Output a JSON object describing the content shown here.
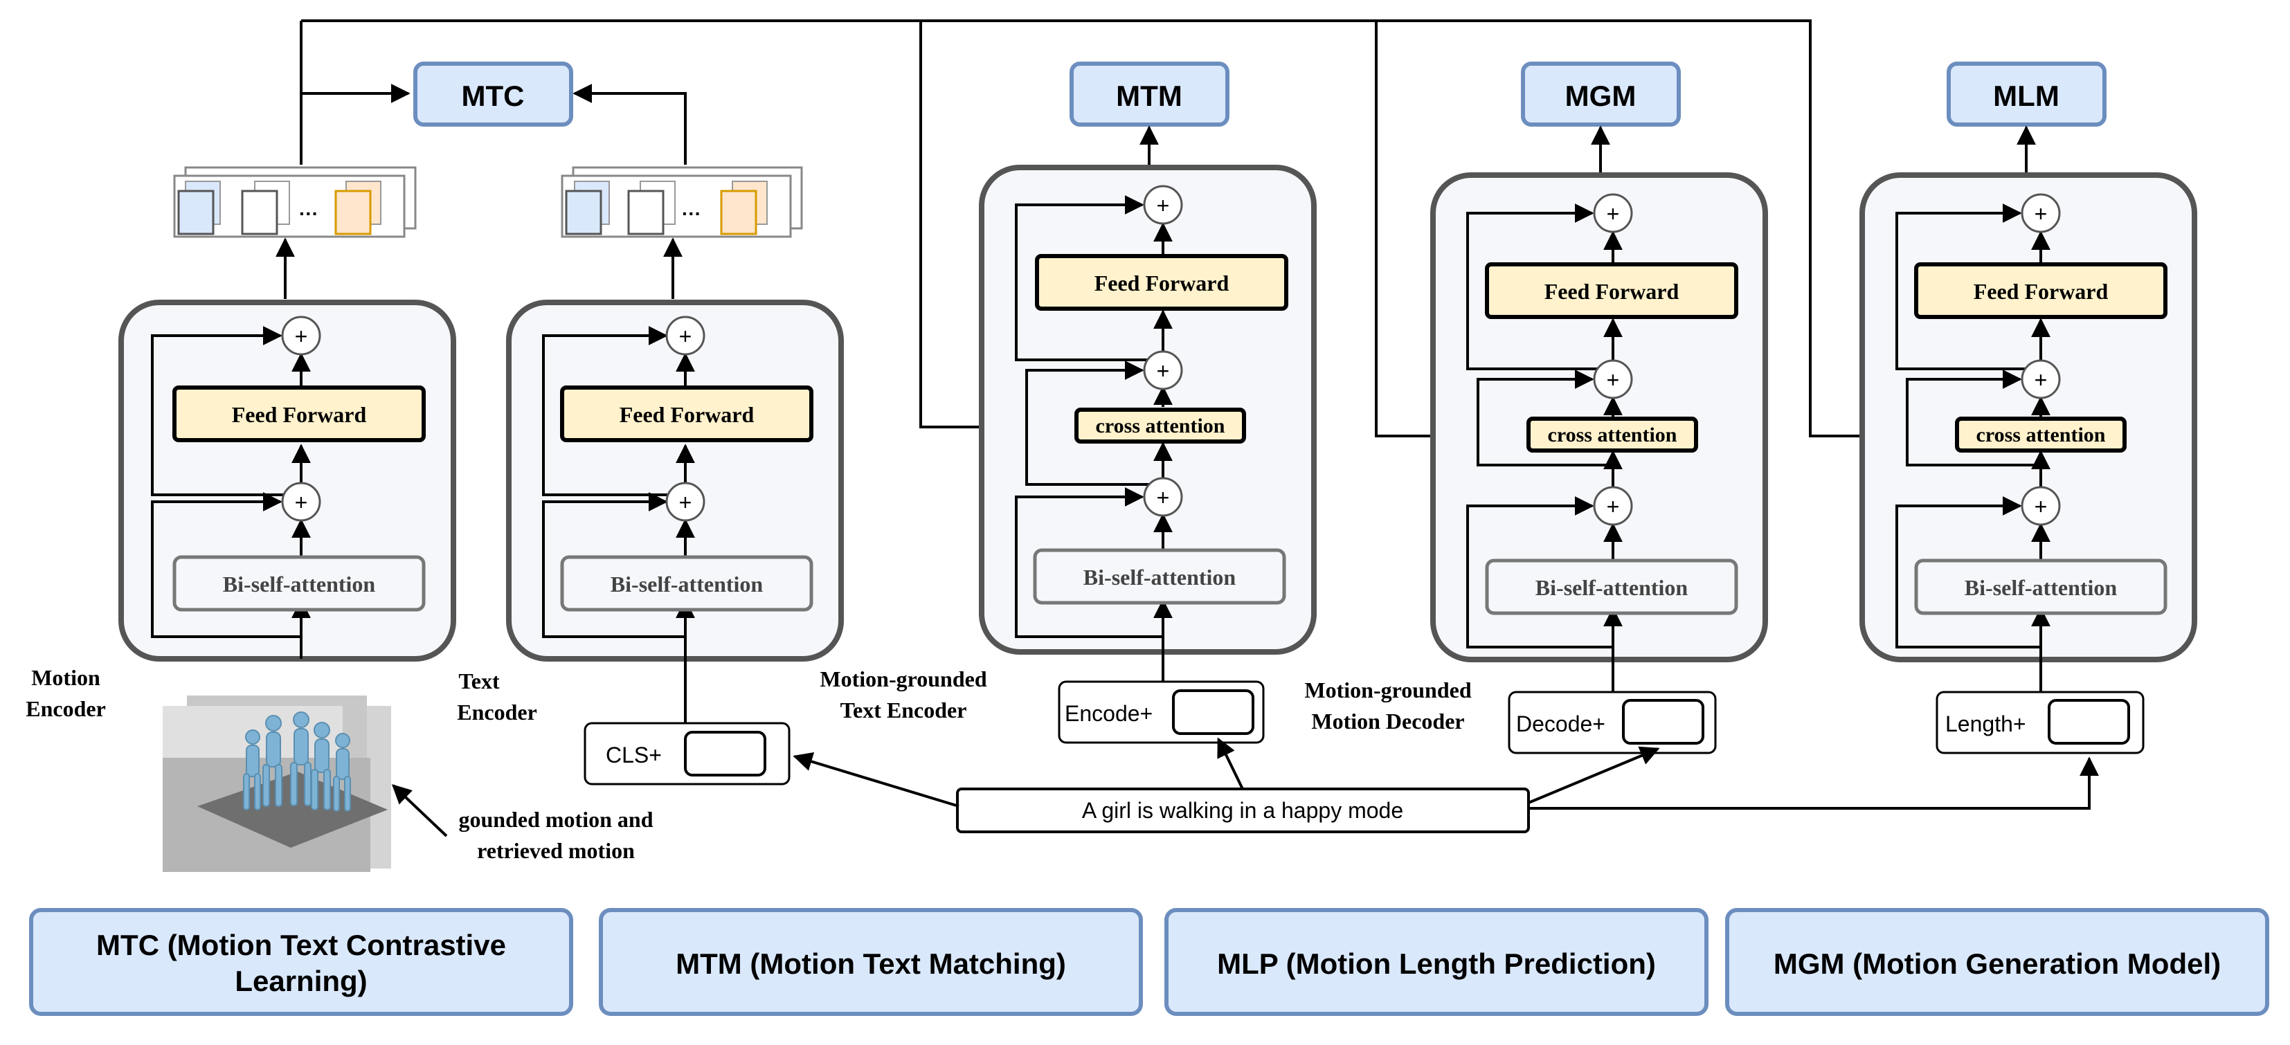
{
  "heads": {
    "mtc": "MTC",
    "mtm": "MTM",
    "mgm": "MGM",
    "mlm": "MLM"
  },
  "blocks": {
    "feed_forward": "Feed Forward",
    "cross_attention": "cross attention",
    "bi_self_attention": "Bi-self-attention",
    "plus": "+"
  },
  "labels": {
    "motion_encoder_1": "Motion",
    "motion_encoder_2": "Encoder",
    "text_encoder_1": "Text",
    "text_encoder_2": "Encoder",
    "mg_text_encoder_1": "Motion-grounded",
    "mg_text_encoder_2": "Text Encoder",
    "mg_motion_decoder_1": "Motion-grounded",
    "mg_motion_decoder_2": "Motion Decoder",
    "grounded_motion_1": "gounded motion and",
    "grounded_motion_2": "retrieved motion"
  },
  "inputs": {
    "cls": "CLS+",
    "encode": "Encode+",
    "decode": "Decode+",
    "length": "Length+",
    "sentence": "A girl is walking in a happy mode"
  },
  "legend": [
    {
      "line1": "MTC (Motion Text Contrastive",
      "line2": "Learning)"
    },
    {
      "line1": "MTM (Motion Text Matching)",
      "line2": ""
    },
    {
      "line1": "MLP (Motion Length Prediction)",
      "line2": ""
    },
    {
      "line1": "MGM (Motion Generation Model)",
      "line2": ""
    }
  ],
  "colors": {
    "head_fill": "#dae8fc",
    "head_stroke": "#6c8ebf",
    "ff_fill": "#fff2cc",
    "panel_fill": "#f5f7fa",
    "panel_stroke": "#555555",
    "token_blue": "#dae8fc",
    "token_orange": "#ffe6cc"
  }
}
